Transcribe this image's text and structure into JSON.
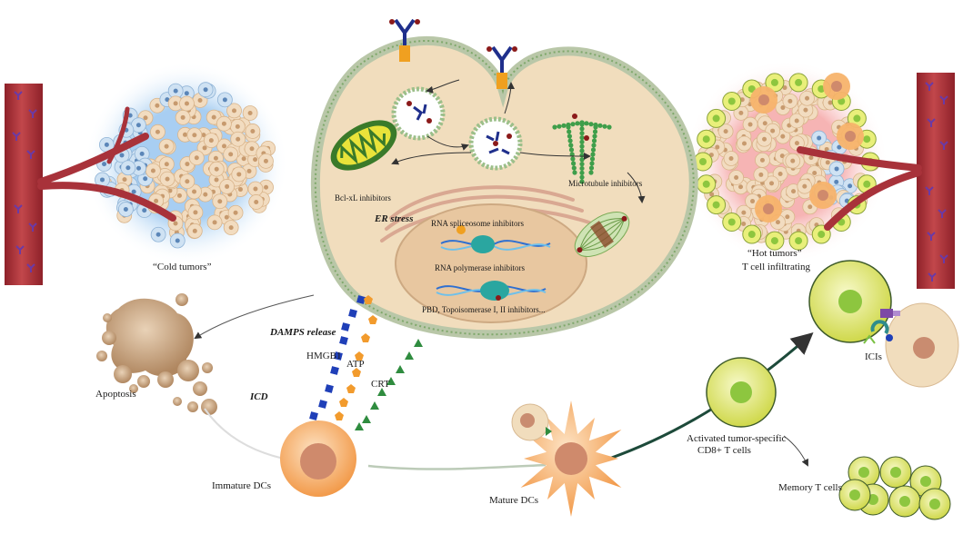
{
  "labels": {
    "cold_tumors": "“Cold tumors”",
    "hot_tumors": "“Hot tumors”",
    "t_cell_infiltrating": "T cell  infiltrating",
    "bcl_xl": "Bcl-xL inhibitors",
    "microtubule": "Microtubule inhibitors",
    "er_stress": "ER stress",
    "rna_spliceosome": "RNA spliceosome inhibitors",
    "rna_polymerase": "RNA polymerase inhibitors",
    "pbd_topo": "PBD, Topoisomerase I, II inhibitors...",
    "damps_release": "DAMPS release",
    "hmgb1": "HMGB1",
    "atp": "ATP",
    "crt": "CRT",
    "icd": "ICD",
    "apoptosis": "Apoptosis",
    "immature_dcs": "Immature DCs",
    "mature_dcs": "Mature DCs",
    "activated_t_line1": "Activated tumor-specific",
    "activated_t_line2": "CD8+ T cells",
    "icis": "ICIs",
    "memory_t": "Memory T cells"
  },
  "colors": {
    "vessel": "#b5333a",
    "vessel_dark": "#8e2129",
    "tumor_cell": "#f2dcc0",
    "tumor_nucleus": "#d9b48a",
    "blue_cell": "#cfe2f3",
    "cytoplasm": "#f1ddbd",
    "nucleus": "#e8c7a0",
    "membrane_head": "#9cbf8a",
    "dc_orange": "#f7b36c",
    "dc_nucleus": "#cf8a6c",
    "t_cell_yellow": "#e9ef7a",
    "t_cell_nucleus": "#8dc63f",
    "hmgb1": "#1f3fb8",
    "atp": "#f29b2d",
    "crt": "#2f8c3f",
    "antibody": "#1f2f8c",
    "linker": "#f0a020",
    "payload": "#8b1a1a"
  }
}
